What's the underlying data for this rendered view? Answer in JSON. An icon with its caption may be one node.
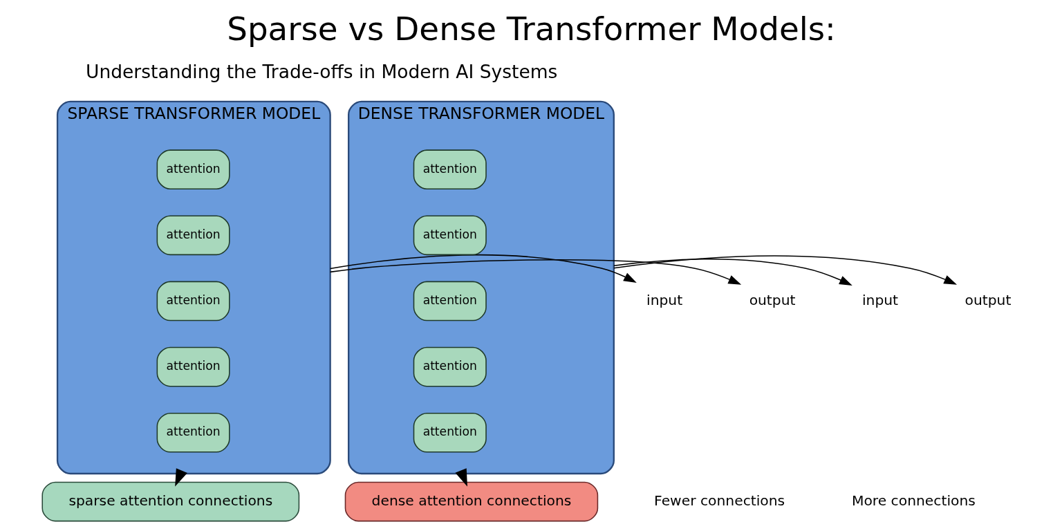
{
  "diagram": {
    "title": "Sparse vs Dense Transformer Models:",
    "nodes": [
      {
        "text": [
          "SPARSE TRANSFORMER MODEL"
        ]
      },
      {
        "text": [
          "attention"
        ],
        "in": 0
      },
      {
        "text": [
          "attention"
        ],
        "in": 0
      },
      {
        "text": [
          "attention"
        ],
        "in": 0
      },
      {
        "text": [
          "attention"
        ],
        "in": 0
      },
      {
        "text": [
          "attention"
        ],
        "in": 0
      },
      {
        "text": [
          "input"
        ]
      },
      {
        "text": [
          "output"
        ]
      },
      {
        "text": [
          "sparse attention connections"
        ]
      },
      {
        "text": [
          "DENSE TRANSFORMER MODEL"
        ]
      },
      {
        "text": [
          "attention"
        ],
        "in": 9
      },
      {
        "text": [
          "attention"
        ],
        "in": 9
      },
      {
        "text": [
          "attention"
        ],
        "in": 9
      },
      {
        "text": [
          "attention"
        ],
        "in": 9
      },
      {
        "text": [
          "attention"
        ],
        "in": 9
      },
      {
        "text": [
          "input"
        ]
      },
      {
        "text": [
          "output"
        ]
      },
      {
        "text": [
          "dense attention connections"
        ]
      }
    ],
    "edges": [
      {
        "from": 0,
        "to": 6,
        "arrow": "to"
      },
      {
        "from": 0,
        "to": 7,
        "arrow": "to"
      },
      {
        "from": 0,
        "to": 8,
        "arrow": "to",
        "style": "thick"
      },
      {
        "from": 9,
        "to": 15,
        "arrow": "to"
      },
      {
        "from": 9,
        "to": 16,
        "arrow": "to"
      },
      {
        "from": 9,
        "to": 17,
        "arrow": "to",
        "style": "thick"
      }
    ],
    "labels": [
      "Understanding the Trade-offs in Modern AI Systems",
      "Fewer connections",
      "More connections"
    ]
  }
}
